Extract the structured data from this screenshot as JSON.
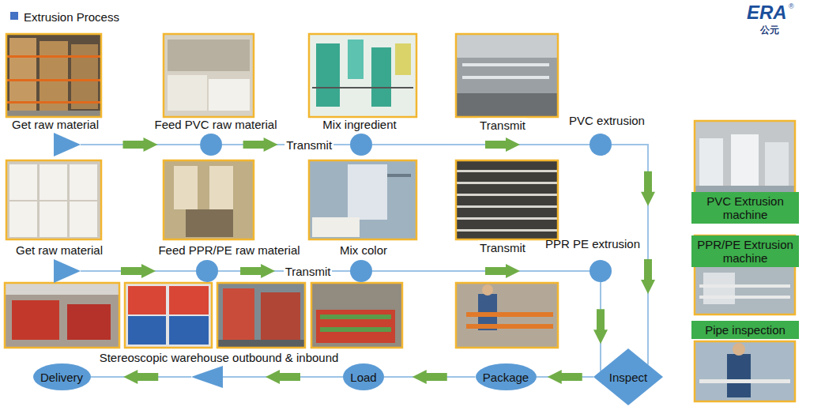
{
  "diagram": {
    "title": "Extrusion Process",
    "nodes": [
      {
        "text": [
          "Get raw material"
        ]
      },
      {
        "text": [
          "Feed PVC raw material"
        ]
      },
      {
        "text": [
          "Mix ingredient"
        ]
      },
      {
        "text": [
          "PVC extrusion"
        ]
      },
      {
        "text": [
          "Get raw material"
        ]
      },
      {
        "text": [
          "Feed PPR/PE raw material"
        ]
      },
      {
        "text": [
          "Mix color"
        ]
      },
      {
        "text": [
          "PPR PE extrusion"
        ]
      },
      {
        "text": [
          "Inspect"
        ]
      },
      {
        "text": [
          "Package"
        ]
      },
      {
        "text": [
          "Load"
        ]
      },
      {
        "text": [
          "Stereoscopic warehouse outbound & inbound"
        ]
      },
      {
        "text": [
          "Delivery"
        ]
      },
      {
        "text": [
          "PVC Extrusion machine"
        ]
      },
      {
        "text": [
          "PPR/PE Extrusion machine"
        ]
      },
      {
        "text": [
          "Pipe inspection"
        ]
      }
    ],
    "edges": [
      {
        "from": 0,
        "to": 1,
        "arrow": "to"
      },
      {
        "from": 1,
        "to": 2,
        "label": "Transmit",
        "arrow": "to"
      },
      {
        "from": 2,
        "to": 3,
        "label": "Transmit",
        "arrow": "to"
      },
      {
        "from": 3,
        "to": 8,
        "arrow": "to"
      },
      {
        "from": 4,
        "to": 5,
        "arrow": "to"
      },
      {
        "from": 5,
        "to": 6,
        "label": "Transmit",
        "arrow": "to"
      },
      {
        "from": 6,
        "to": 7,
        "label": "Transmit",
        "arrow": "to"
      },
      {
        "from": 7,
        "to": 8,
        "arrow": "to"
      },
      {
        "from": 8,
        "to": 9,
        "arrow": "to"
      },
      {
        "from": 9,
        "to": 10,
        "arrow": "to"
      },
      {
        "from": 10,
        "to": 11,
        "arrow": "to"
      },
      {
        "from": 11,
        "to": 12,
        "arrow": "to"
      }
    ],
    "labels": [
      "ERA",
      "®",
      "公元"
    ]
  }
}
